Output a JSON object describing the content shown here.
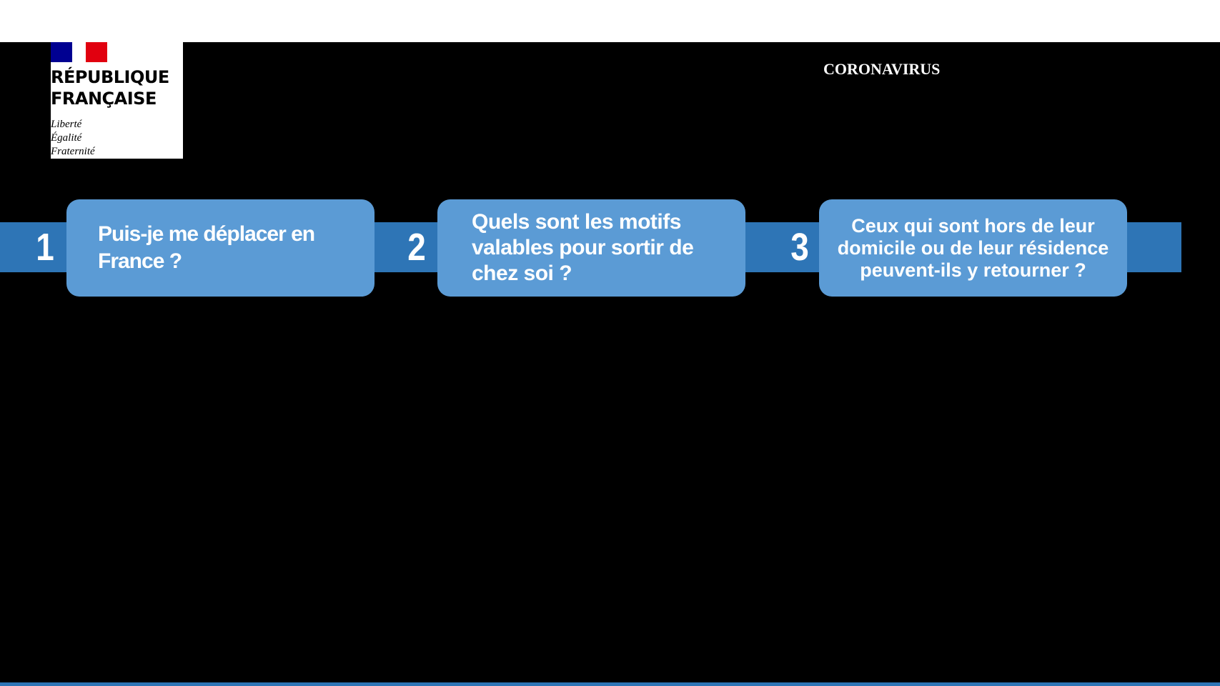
{
  "logo": {
    "line1": "RÉPUBLIQUE",
    "line2": "FRANÇAISE",
    "motto": [
      "Liberté",
      "Égalité",
      "Fraternité"
    ],
    "flag_colors": [
      "#000091",
      "#ffffff",
      "#e1000f"
    ]
  },
  "header": {
    "title": "CORONAVIRUS"
  },
  "steps": [
    {
      "number": "1",
      "question": "Puis-je me déplacer en France ?"
    },
    {
      "number": "2",
      "question": "Quels sont les motifs valables pour sortir de chez soi ?"
    },
    {
      "number": "3",
      "question": "Ceux qui sont hors de leur domicile ou de leur résidence peuvent-ils y retourner ?"
    }
  ],
  "colors": {
    "band": "#2e75b6",
    "box": "#5b9bd5"
  }
}
